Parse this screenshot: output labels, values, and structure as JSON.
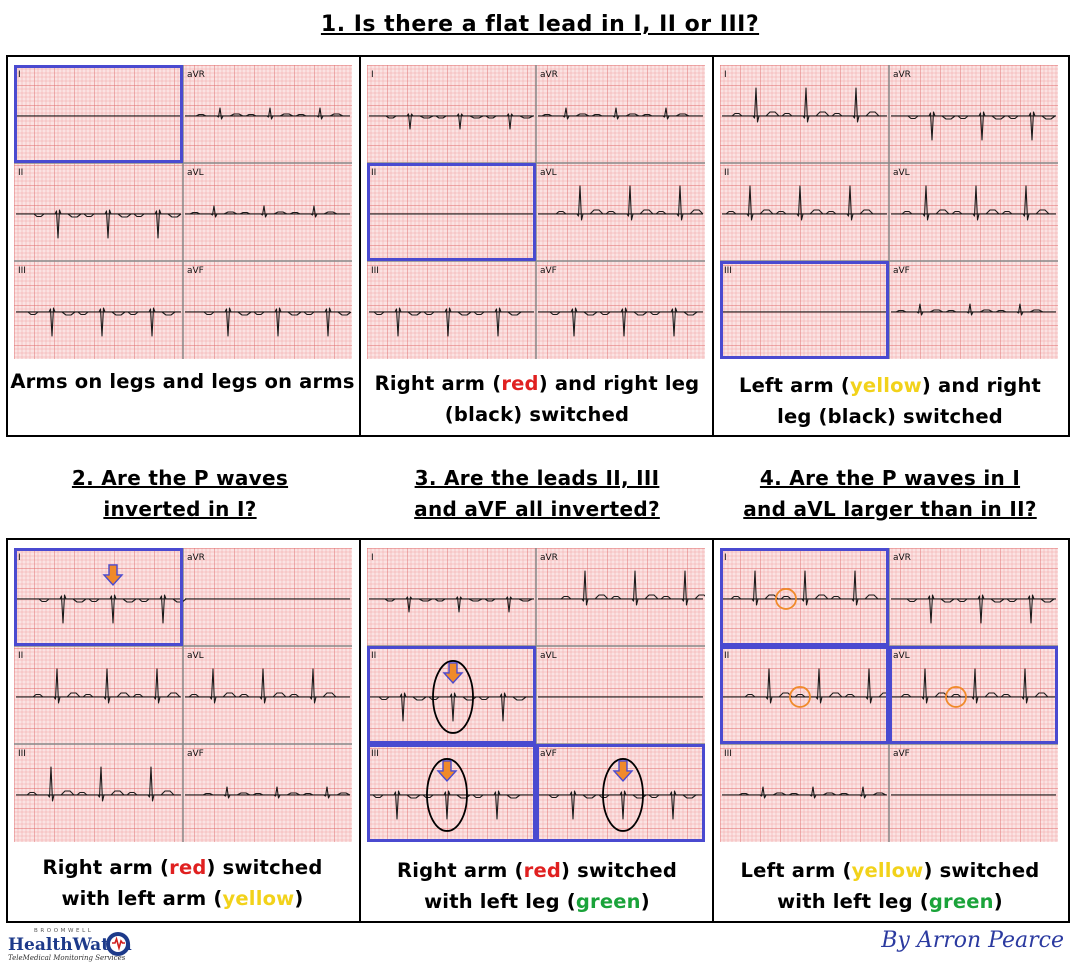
{
  "main_title": "1. Is there a flat lead in I, II or III?",
  "questions": [
    {
      "lines": [
        "2. Are the P waves",
        "inverted in I?"
      ]
    },
    {
      "lines": [
        "3. Are the leads II, III",
        "and aVF all inverted?"
      ]
    },
    {
      "lines": [
        "4. Are the P waves in I",
        "and aVL larger than in II?"
      ]
    }
  ],
  "captions": [
    {
      "lines": [
        [
          "Arms on legs and legs on arms"
        ]
      ]
    },
    {
      "lines": [
        [
          "Right arm (",
          {
            "t": "red",
            "c": "red"
          },
          ") and right leg"
        ],
        [
          "(black) switched"
        ]
      ]
    },
    {
      "lines": [
        [
          "Left arm (",
          {
            "t": "yellow",
            "c": "yellow"
          },
          ") and right"
        ],
        [
          "leg (black) switched"
        ]
      ]
    },
    {
      "lines": [
        [
          "Right arm (",
          {
            "t": "red",
            "c": "red"
          },
          ") switched"
        ],
        [
          "with left arm (",
          {
            "t": "yellow",
            "c": "yellow"
          },
          ")"
        ]
      ]
    },
    {
      "lines": [
        [
          "Right arm (",
          {
            "t": "red",
            "c": "red"
          },
          ") switched"
        ],
        [
          "with left leg (",
          {
            "t": "green",
            "c": "green"
          },
          ")"
        ]
      ]
    },
    {
      "lines": [
        [
          "Left arm (",
          {
            "t": "yellow",
            "c": "yellow"
          },
          ") switched"
        ],
        [
          "with left leg (",
          {
            "t": "green",
            "c": "green"
          },
          ")"
        ]
      ]
    }
  ],
  "lead_labels": [
    "I",
    "aVR",
    "II",
    "aVL",
    "III",
    "aVF"
  ],
  "panels": [
    {
      "leads": {
        "I": "flat",
        "aVR": "small",
        "II": "neg",
        "aVL": "small",
        "III": "neg",
        "aVF": "neg"
      },
      "highlights": [
        "I"
      ],
      "arrows": [],
      "ovals": [],
      "circles": []
    },
    {
      "leads": {
        "I": "negsmall",
        "aVR": "small",
        "II": "flat",
        "aVL": "pos",
        "III": "neg",
        "aVF": "neg"
      },
      "highlights": [
        "II"
      ],
      "arrows": [],
      "ovals": [],
      "circles": []
    },
    {
      "leads": {
        "I": "pos",
        "aVR": "neg",
        "II": "pos",
        "aVL": "pos",
        "III": "flat",
        "aVF": "small"
      },
      "highlights": [
        "III"
      ],
      "arrows": [],
      "ovals": [],
      "circles": []
    },
    {
      "leads": {
        "I": "neg",
        "aVR": "flat",
        "II": "pos",
        "aVL": "pos",
        "III": "pos",
        "aVF": "small"
      },
      "highlights": [
        "I"
      ],
      "arrows": [
        "I"
      ],
      "ovals": [],
      "circles": []
    },
    {
      "leads": {
        "I": "negsmall",
        "aVR": "pos",
        "II": "neg",
        "aVL": "flat",
        "III": "neg",
        "aVF": "neg"
      },
      "highlights": [
        "II",
        "III",
        "aVF"
      ],
      "arrows": [
        "II",
        "III",
        "aVF"
      ],
      "ovals": [
        "II",
        "III",
        "aVF"
      ],
      "circles": []
    },
    {
      "leads": {
        "I": "pos",
        "aVR": "neg",
        "II": "pos",
        "aVL": "pos",
        "III": "small",
        "aVF": "flat"
      },
      "highlights": [
        "I",
        "II",
        "aVL"
      ],
      "arrows": [],
      "ovals": [],
      "circles": [
        "I",
        "II",
        "aVL"
      ]
    }
  ],
  "colors": {
    "highlight": "#4a4ad0",
    "arrow_fill": "#f08a2a",
    "arrow_stroke": "#4a4ad0",
    "circle": "#f08a2a",
    "grid_bg": "#fbe3e3",
    "grid_minor": "#f2a6a6",
    "grid_major": "#e06a6a"
  },
  "logo": {
    "small": "BROOMWELL",
    "brand": "HealthWatch",
    "tagline": "TeleMedical Monitoring Services"
  },
  "author": "By Arron Pearce"
}
